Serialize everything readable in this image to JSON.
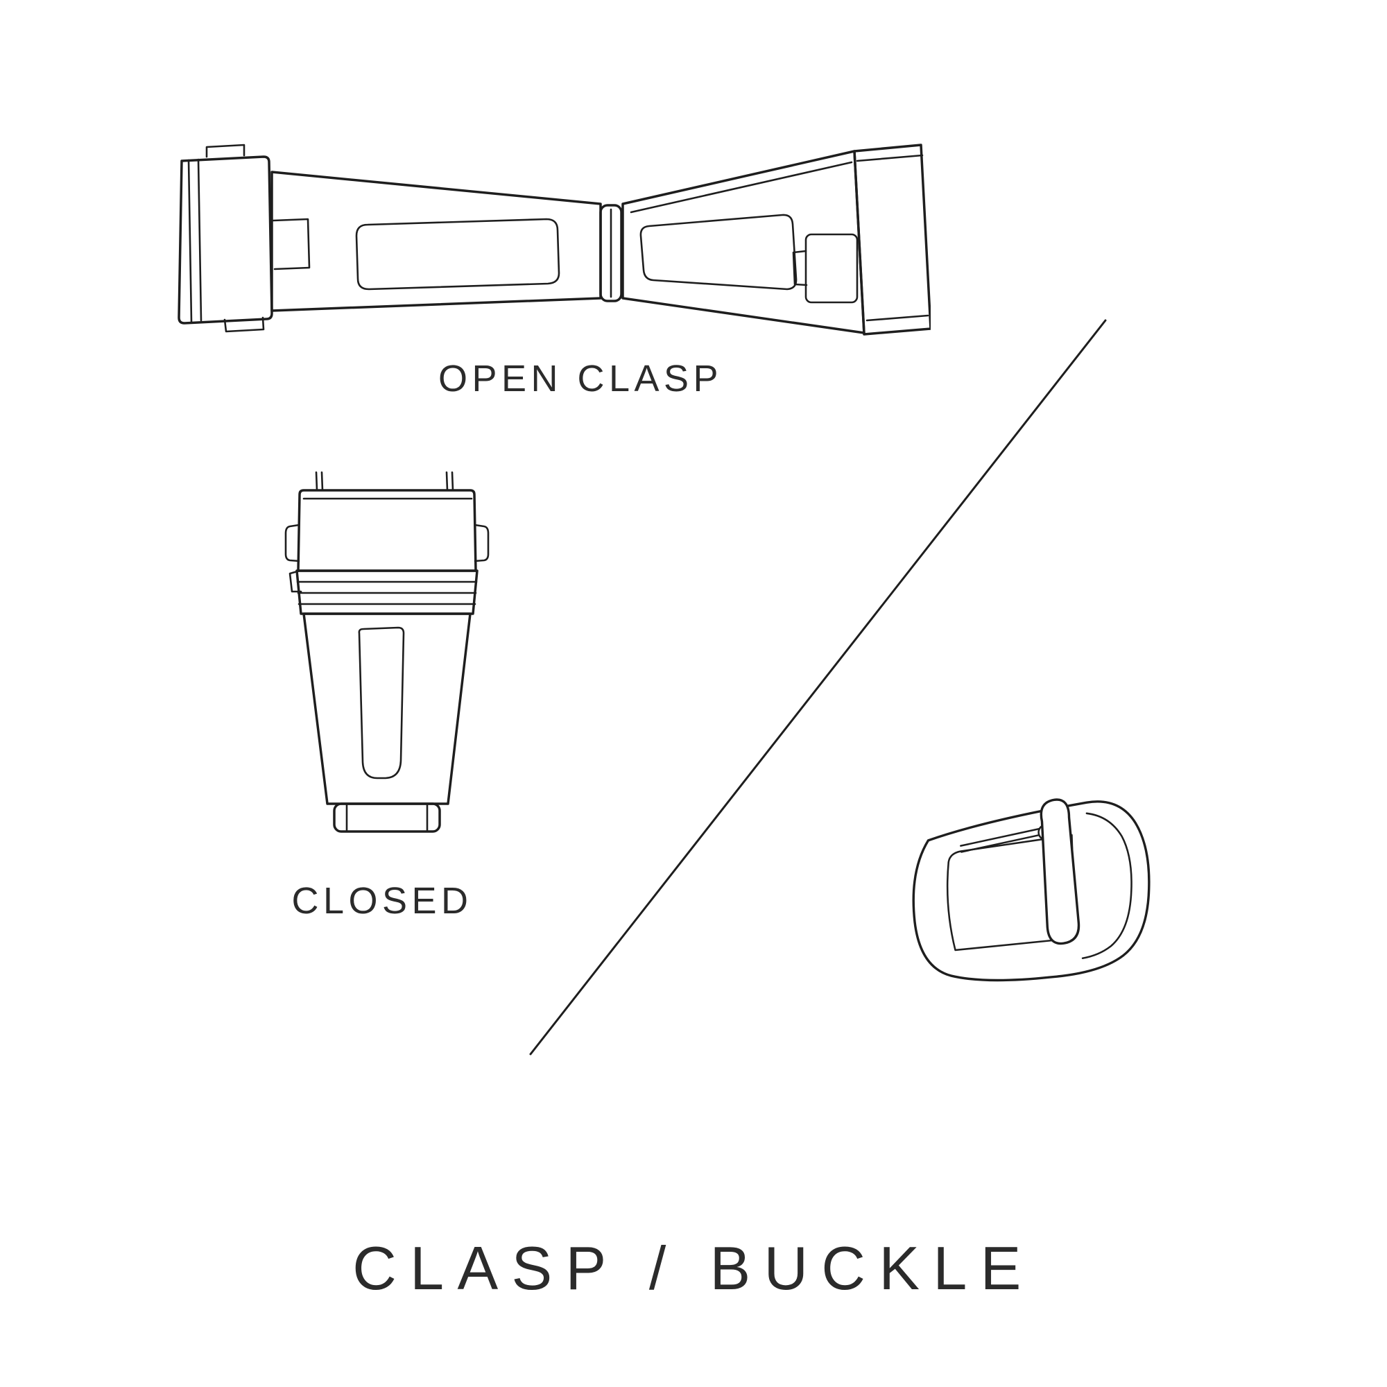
{
  "page": {
    "background_color": "#ffffff",
    "ink_color": "#1e1e1e"
  },
  "labels": {
    "open_clasp": "OPEN CLASP",
    "closed": "CLOSED",
    "title": "CLASP / BUCKLE"
  },
  "illustrations": [
    {
      "name": "open-clasp-illustration",
      "description": "deployant clasp shown open, top view"
    },
    {
      "name": "closed-clasp-illustration",
      "description": "deployant clasp shown closed, top view"
    },
    {
      "name": "tang-buckle-illustration",
      "description": "tang buckle with pin and tongue, perspective view"
    },
    {
      "name": "diagonal-divider-line",
      "description": "thin diagonal separator line"
    }
  ]
}
